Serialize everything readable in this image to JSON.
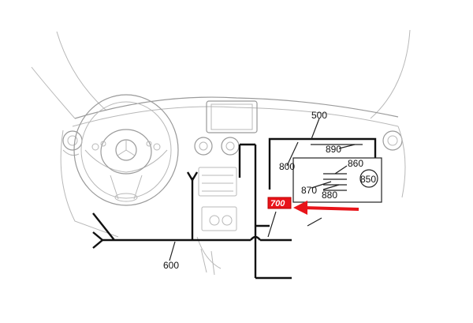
{
  "labels": {
    "l500": "500",
    "l600": "600",
    "l700": "700",
    "l800": "800",
    "l850": "850",
    "l860": "860",
    "l870": "870",
    "l880": "880",
    "l890": "890"
  },
  "colors": {
    "highlight": "#e8141a",
    "arrow": "#e8141a",
    "line": "#111111",
    "sketch": "#b8b8b8"
  }
}
